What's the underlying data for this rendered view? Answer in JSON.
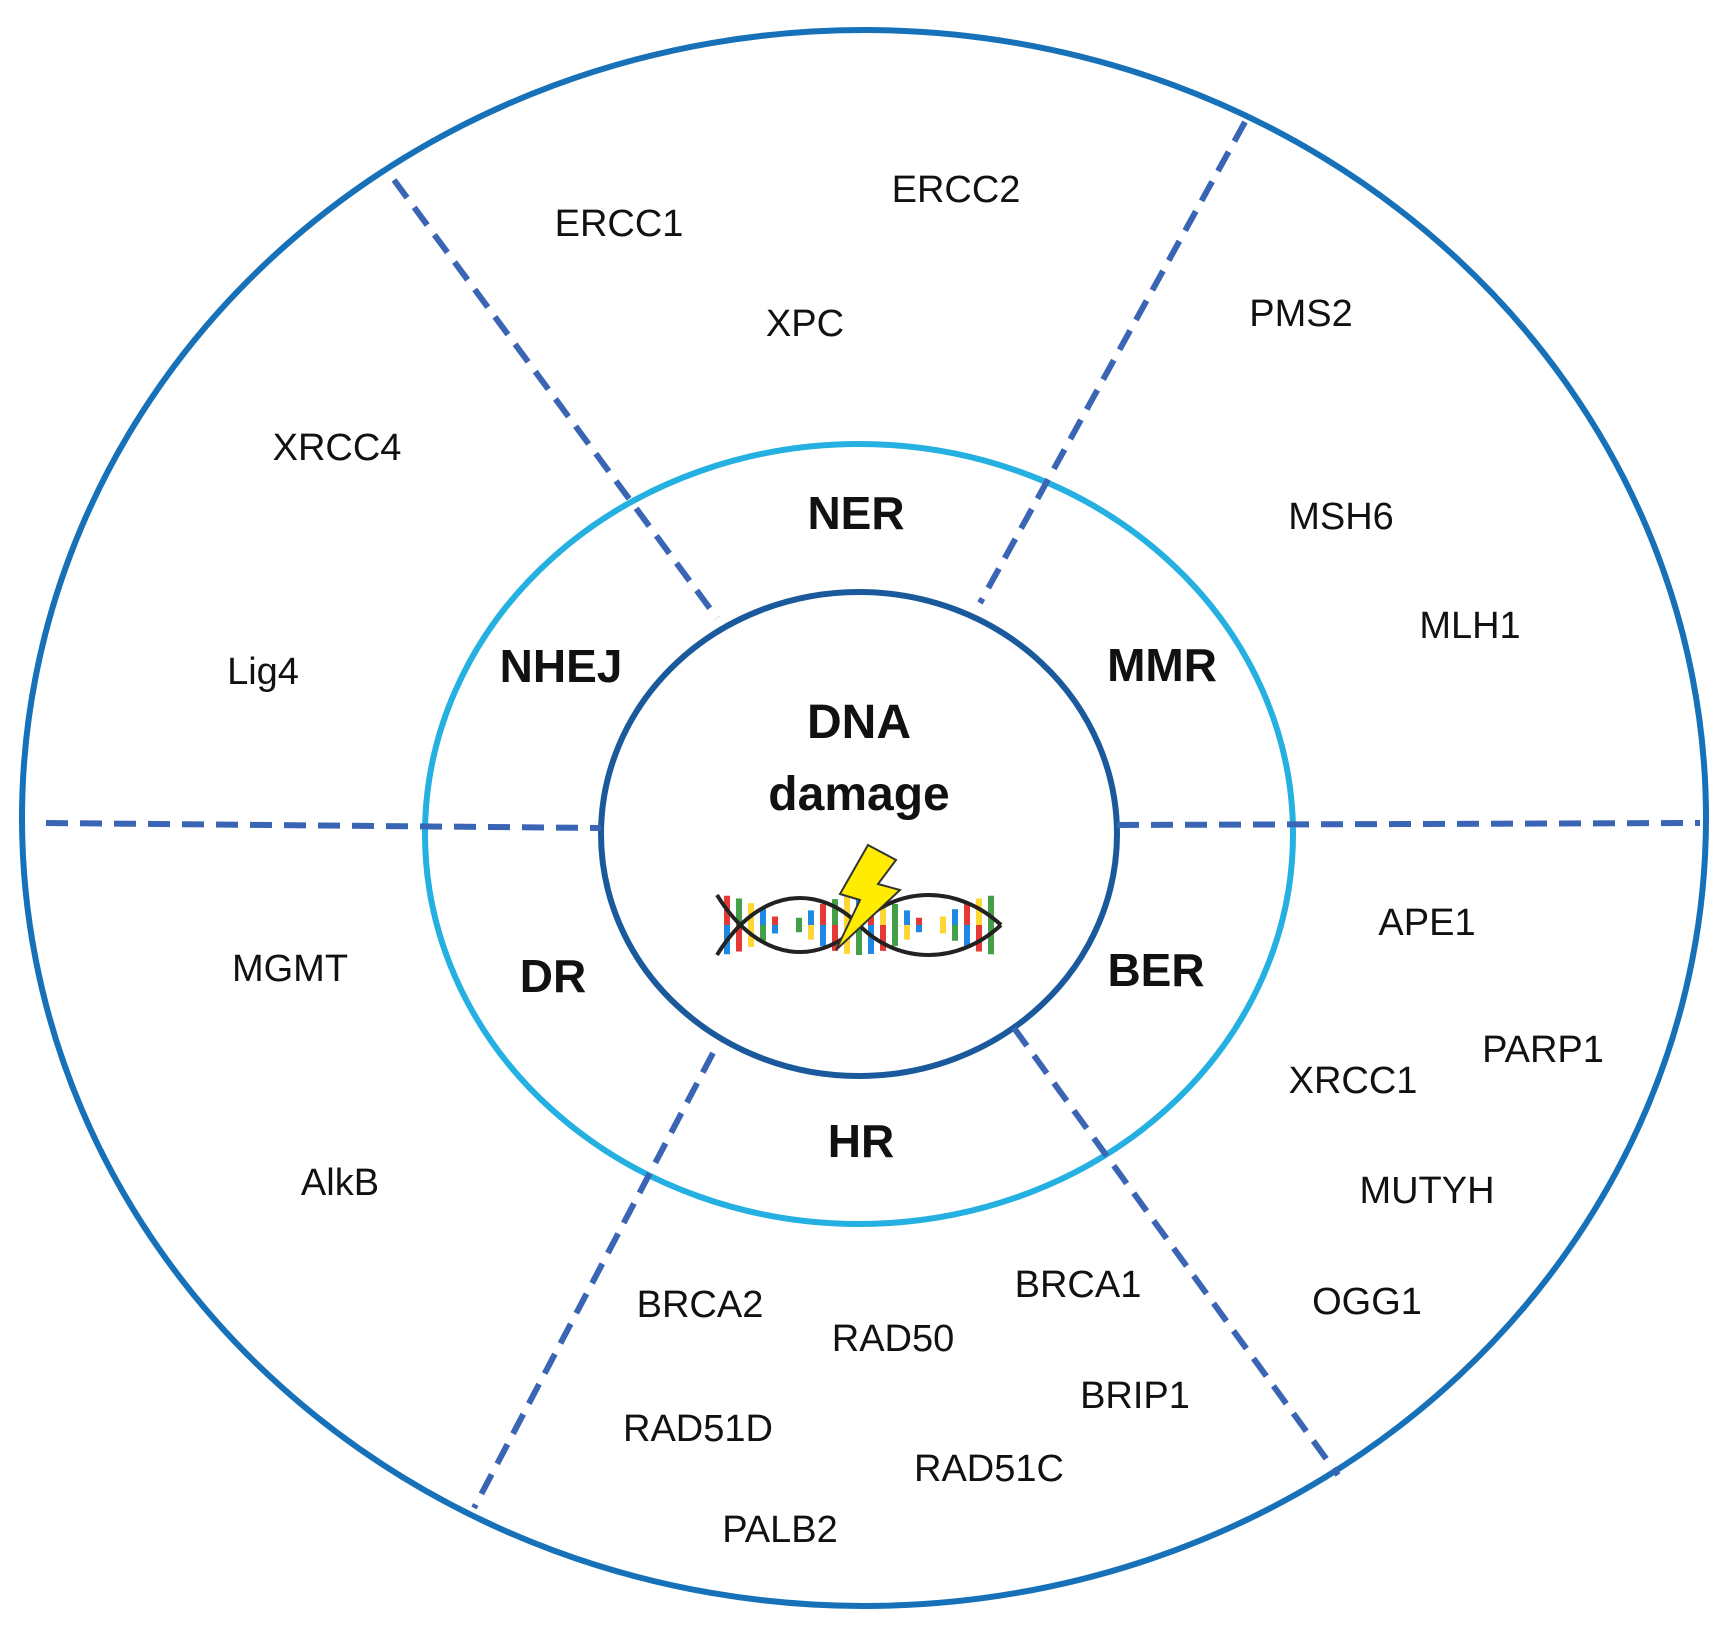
{
  "colors": {
    "outer_ring": "#1671b8",
    "middle_ring": "#24b0e0",
    "inner_ring": "#1a5a9c",
    "divider": "#3a65b5",
    "text": "#111111",
    "lightning": "#ffec00"
  },
  "center": {
    "line1": "DNA",
    "line2": "damage",
    "icon": "dna-damage-icon"
  },
  "pathways": {
    "ner": "NER",
    "mmr": "MMR",
    "ber": "BER",
    "hr": "HR",
    "dr": "DR",
    "nhej": "NHEJ"
  },
  "genes": {
    "ner": [
      "ERCC1",
      "ERCC2",
      "XPC"
    ],
    "mmr": [
      "PMS2",
      "MSH6",
      "MLH1"
    ],
    "ber": [
      "APE1",
      "PARP1",
      "XRCC1",
      "MUTYH",
      "OGG1"
    ],
    "hr": [
      "BRCA2",
      "RAD50",
      "BRCA1",
      "BRIP1",
      "RAD51D",
      "RAD51C",
      "PALB2"
    ],
    "dr": [
      "MGMT",
      "AlkB"
    ],
    "nhej": [
      "XRCC4",
      "Lig4"
    ]
  }
}
